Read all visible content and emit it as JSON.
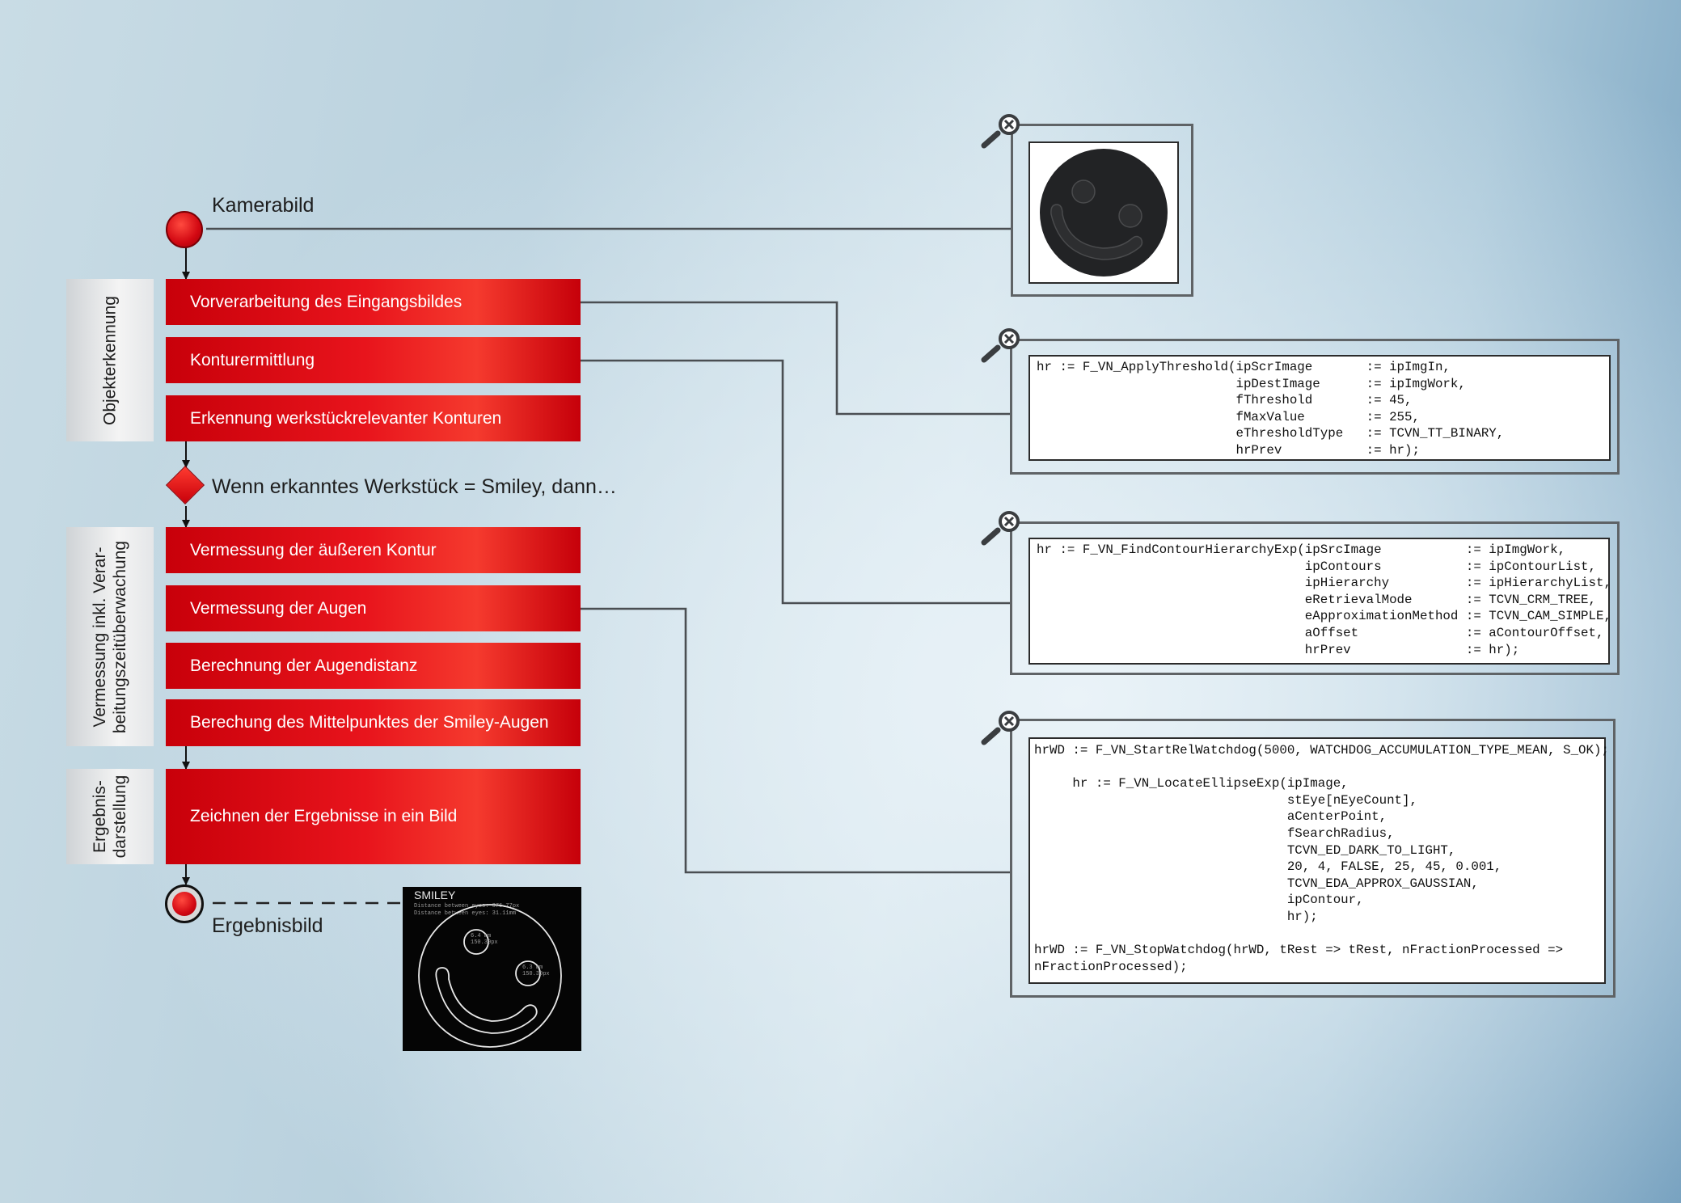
{
  "labels": {
    "start": "Kamerabild",
    "decision": "Wenn erkanntes Werkstück = Smiley, dann…",
    "end": "Ergebnisbild"
  },
  "groups": {
    "recognition": "Objekterkennung",
    "measurement": [
      "Vermessung inkl. Verar-",
      "beitungszeitüberwachung"
    ],
    "result": [
      "Ergebnis-",
      "darstellung"
    ]
  },
  "steps": {
    "preprocess": "Vorverarbeitung des Eingangsbildes",
    "contours": "Konturermittlung",
    "relevant": "Erkennung werkstückrelevanter Konturen",
    "outer": "Vermessung der äußeren Kontur",
    "eyes": "Vermessung der Augen",
    "distance": "Berechnung der Augendistanz",
    "center": "Berechung des Mittelpunktes der Smiley-Augen",
    "draw": "Zeichnen der Ergebnisse in ein Bild"
  },
  "code": {
    "threshold": "hr := F_VN_ApplyThreshold(ipScrImage       := ipImgIn,\n                          ipDestImage      := ipImgWork,\n                          fThreshold       := 45,\n                          fMaxValue        := 255,\n                          eThresholdType   := TCVN_TT_BINARY,\n                          hrPrev           := hr);",
    "contour": "hr := F_VN_FindContourHierarchyExp(ipSrcImage           := ipImgWork,\n                                   ipContours           := ipContourList,\n                                   ipHierarchy          := ipHierarchyList,\n                                   eRetrievalMode       := TCVN_CRM_TREE,\n                                   eApproximationMethod := TCVN_CAM_SIMPLE,\n                                   aOffset              := aContourOffset,\n                                   hrPrev               := hr);",
    "ellipse": "hrWD := F_VN_StartRelWatchdog(5000, WATCHDOG_ACCUMULATION_TYPE_MEAN, S_OK);\n\n     hr := F_VN_LocateEllipseExp(ipImage,\n                                 stEye[nEyeCount],\n                                 aCenterPoint,\n                                 fSearchRadius,\n                                 TCVN_ED_DARK_TO_LIGHT,\n                                 20, 4, FALSE, 25, 45, 0.001,\n                                 TCVN_EDA_APPROX_GAUSSIAN,\n                                 ipContour,\n                                 hr);\n\nhrWD := F_VN_StopWatchdog(hrWD, tRest => tRest, nFractionProcessed =>\nnFractionProcessed);"
  },
  "result_image": {
    "title": "SMILEY",
    "line1": "Distance between eyes: 376.77px",
    "line2": "Distance between eyes: 31.11mm",
    "eye1_mm": "6.4 mm",
    "eye1_px": "150.30px",
    "eye2_mm": "6.3 mm",
    "eye2_px": "150.30px"
  },
  "colors": {
    "accent_red": "#e30613",
    "panel_border": "#5f6366"
  }
}
